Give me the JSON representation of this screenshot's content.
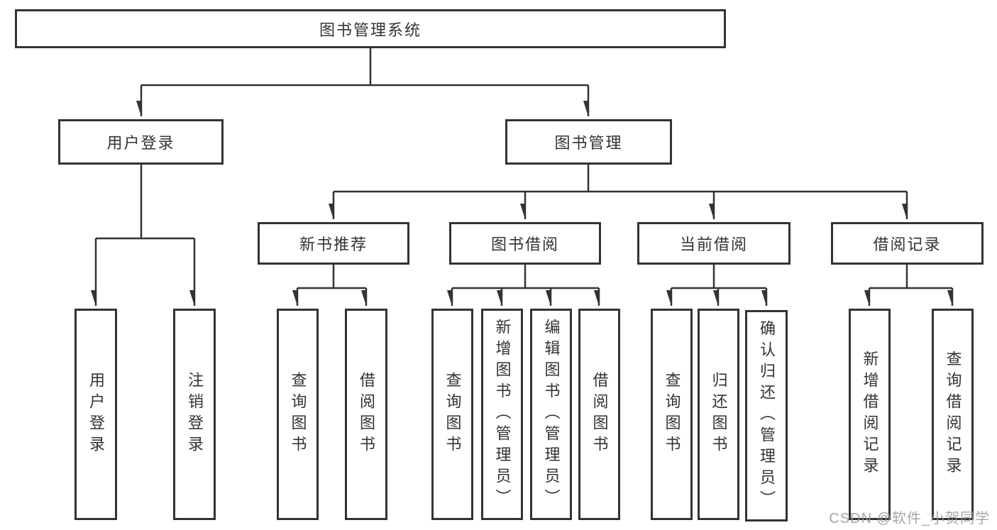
{
  "diagram": {
    "root": {
      "label": "图书管理系统"
    },
    "level2": [
      {
        "label": "用户登录"
      },
      {
        "label": "图书管理"
      }
    ],
    "level3": [
      {
        "label": "新书推荐"
      },
      {
        "label": "图书借阅"
      },
      {
        "label": "当前借阅"
      },
      {
        "label": "借阅记录"
      }
    ],
    "leaves": {
      "login": [
        {
          "label": "用户登录"
        },
        {
          "label": "注销登录"
        }
      ],
      "newbook": [
        {
          "label": "查询图书"
        },
        {
          "label": "借阅图书"
        }
      ],
      "borrow": [
        {
          "label": "查询图书"
        },
        {
          "label": "新增图书（管理员）"
        },
        {
          "label": "编辑图书（管理员）"
        },
        {
          "label": "借阅图书"
        }
      ],
      "current": [
        {
          "label": "查询图书"
        },
        {
          "label": "归还图书"
        },
        {
          "label": "确认归还（管理员）"
        }
      ],
      "records": [
        {
          "label": "新增借阅记录"
        },
        {
          "label": "查询借阅记录"
        }
      ]
    },
    "colors": {
      "line": "#333333",
      "box_border": "#333333",
      "box_fill": "#ffffff",
      "text": "#333333",
      "watermark": "#969696"
    },
    "watermark": "CSDN @软件_小贺同学"
  }
}
